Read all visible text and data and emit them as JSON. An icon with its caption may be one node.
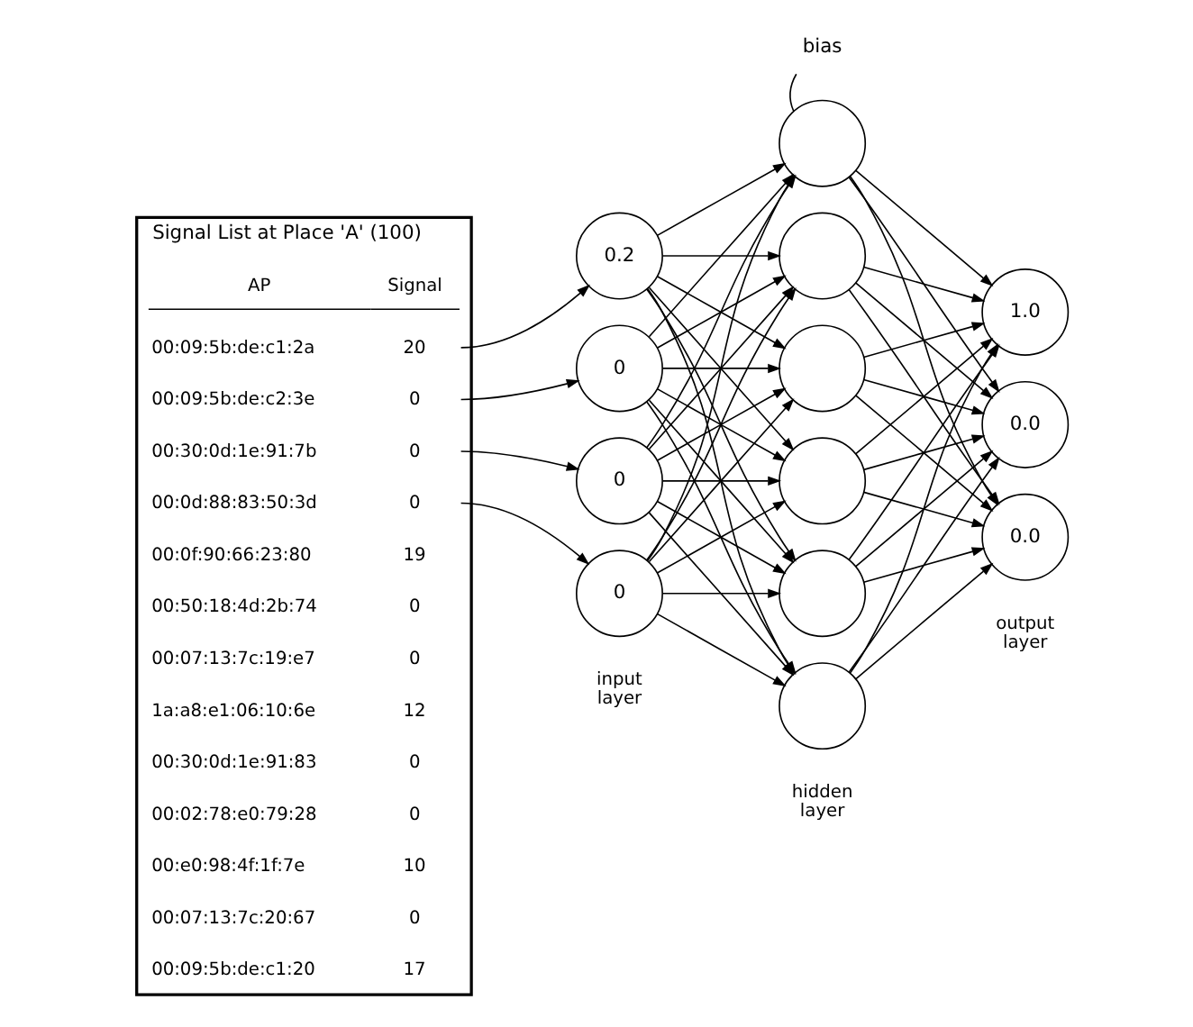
{
  "diagram": {
    "nodes": [
      {
        "text": [
          "Signal List at Place 'A' (100)"
        ]
      },
      {
        "text": [
          "AP",
          "Signal"
        ],
        "in": 0
      },
      {
        "text": [
          "00:09:5b:de:c1:2a",
          "20"
        ],
        "in": 0
      },
      {
        "text": [
          "00:09:5b:de:c2:3e",
          "0"
        ],
        "in": 0
      },
      {
        "text": [
          "00:30:0d:1e:91:7b",
          "0"
        ],
        "in": 0
      },
      {
        "text": [
          "00:0d:88:83:50:3d",
          "0"
        ],
        "in": 0
      },
      {
        "text": [
          "00:0f:90:66:23:80",
          "19"
        ],
        "in": 0
      },
      {
        "text": [
          "00:50:18:4d:2b:74",
          "0"
        ],
        "in": 0
      },
      {
        "text": [
          "00:07:13:7c:19:e7",
          "0"
        ],
        "in": 0
      },
      {
        "text": [
          "1a:a8:e1:06:10:6e",
          "12"
        ],
        "in": 0
      },
      {
        "text": [
          "00:30:0d:1e:91:83",
          "0"
        ],
        "in": 0
      },
      {
        "text": [
          "00:02:78:e0:79:28",
          "0"
        ],
        "in": 0
      },
      {
        "text": [
          "00:e0:98:4f:1f:7e",
          "10"
        ],
        "in": 0
      },
      {
        "text": [
          "00:07:13:7c:20:67",
          "0"
        ],
        "in": 0
      },
      {
        "text": [
          "00:09:5b:de:c1:20",
          "17"
        ],
        "in": 0
      },
      {
        "text": [
          "0.2"
        ]
      },
      {
        "text": [
          "0"
        ]
      },
      {
        "text": [
          "0"
        ]
      },
      {
        "text": [
          "0"
        ]
      },
      {
        "text": [],
        "shape": "circle"
      },
      {
        "text": [],
        "shape": "circle"
      },
      {
        "text": [],
        "shape": "circle"
      },
      {
        "text": [],
        "shape": "circle"
      },
      {
        "text": [],
        "shape": "circle"
      },
      {
        "text": [],
        "shape": "circle"
      },
      {
        "text": [
          "1.0"
        ]
      },
      {
        "text": [
          "0.0"
        ]
      },
      {
        "text": [
          "0.0"
        ]
      },
      {
        "text": [
          "bias"
        ]
      }
    ],
    "edges": [
      {
        "from": 2,
        "to": 15,
        "arrow": "to"
      },
      {
        "from": 3,
        "to": 16,
        "arrow": "to"
      },
      {
        "from": 4,
        "to": 17,
        "arrow": "to"
      },
      {
        "from": 5,
        "to": 18,
        "arrow": "to"
      },
      {
        "from": 15,
        "to": 19,
        "arrow": "to"
      },
      {
        "from": 15,
        "to": 20,
        "arrow": "to"
      },
      {
        "from": 15,
        "to": 21,
        "arrow": "to"
      },
      {
        "from": 15,
        "to": 22,
        "arrow": "to"
      },
      {
        "from": 15,
        "to": 23,
        "arrow": "to"
      },
      {
        "from": 15,
        "to": 24,
        "arrow": "to"
      },
      {
        "from": 16,
        "to": 19,
        "arrow": "to"
      },
      {
        "from": 16,
        "to": 20,
        "arrow": "to"
      },
      {
        "from": 16,
        "to": 21,
        "arrow": "to"
      },
      {
        "from": 16,
        "to": 22,
        "arrow": "to"
      },
      {
        "from": 16,
        "to": 23,
        "arrow": "to"
      },
      {
        "from": 16,
        "to": 24,
        "arrow": "to"
      },
      {
        "from": 17,
        "to": 19,
        "arrow": "to"
      },
      {
        "from": 17,
        "to": 20,
        "arrow": "to"
      },
      {
        "from": 17,
        "to": 21,
        "arrow": "to"
      },
      {
        "from": 17,
        "to": 22,
        "arrow": "to"
      },
      {
        "from": 17,
        "to": 23,
        "arrow": "to"
      },
      {
        "from": 17,
        "to": 24,
        "arrow": "to"
      },
      {
        "from": 18,
        "to": 19,
        "arrow": "to"
      },
      {
        "from": 18,
        "to": 20,
        "arrow": "to"
      },
      {
        "from": 18,
        "to": 21,
        "arrow": "to"
      },
      {
        "from": 18,
        "to": 22,
        "arrow": "to"
      },
      {
        "from": 18,
        "to": 23,
        "arrow": "to"
      },
      {
        "from": 18,
        "to": 24,
        "arrow": "to"
      },
      {
        "from": 19,
        "to": 25,
        "arrow": "to"
      },
      {
        "from": 19,
        "to": 26,
        "arrow": "to"
      },
      {
        "from": 19,
        "to": 27,
        "arrow": "to"
      },
      {
        "from": 20,
        "to": 25,
        "arrow": "to"
      },
      {
        "from": 20,
        "to": 26,
        "arrow": "to"
      },
      {
        "from": 20,
        "to": 27,
        "arrow": "to"
      },
      {
        "from": 21,
        "to": 25,
        "arrow": "to"
      },
      {
        "from": 21,
        "to": 26,
        "arrow": "to"
      },
      {
        "from": 21,
        "to": 27,
        "arrow": "to"
      },
      {
        "from": 22,
        "to": 25,
        "arrow": "to"
      },
      {
        "from": 22,
        "to": 26,
        "arrow": "to"
      },
      {
        "from": 22,
        "to": 27,
        "arrow": "to"
      },
      {
        "from": 23,
        "to": 25,
        "arrow": "to"
      },
      {
        "from": 23,
        "to": 26,
        "arrow": "to"
      },
      {
        "from": 23,
        "to": 27,
        "arrow": "to"
      },
      {
        "from": 24,
        "to": 25,
        "arrow": "to"
      },
      {
        "from": 24,
        "to": 26,
        "arrow": "to"
      },
      {
        "from": 24,
        "to": 27,
        "arrow": "to"
      },
      {
        "from": 28,
        "to": 19,
        "arrow": "none"
      }
    ],
    "labels": [
      "input layer",
      "hidden layer",
      "output layer"
    ]
  }
}
